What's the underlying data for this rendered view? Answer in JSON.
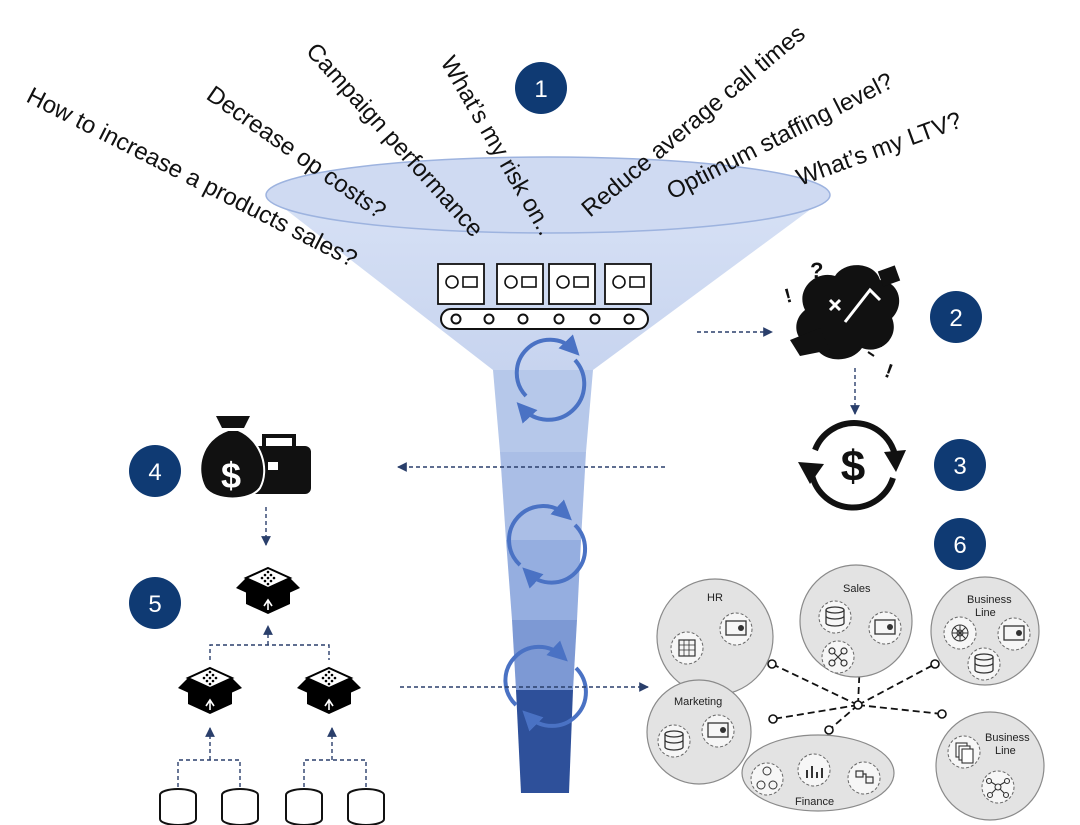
{
  "funnel_questions": [
    "How to increase a products sales?",
    "Decrease op costs?",
    "Campaign performance",
    "What’s my risk on..",
    "Reduce average call times",
    "Optimum staffing level?",
    "What’s my LTV?"
  ],
  "badges": [
    "1",
    "2",
    "3",
    "4",
    "5",
    "6"
  ],
  "badge_color": "#0f3a73",
  "domains": {
    "hr": "HR",
    "sales": "Sales",
    "business_line_1": [
      "Business",
      "Line"
    ],
    "marketing": "Marketing",
    "finance": "Finance",
    "business_line_2": [
      "Business",
      "Line"
    ]
  },
  "icons": {
    "folders": "search-folder-icon",
    "brain": "confused-brain-icon",
    "dollar_cycle": "dollar-cycle-icon",
    "money": "money-bag-briefcase-icon",
    "boxes": "data-box-icon",
    "databases": "database-cylinder-icon"
  }
}
